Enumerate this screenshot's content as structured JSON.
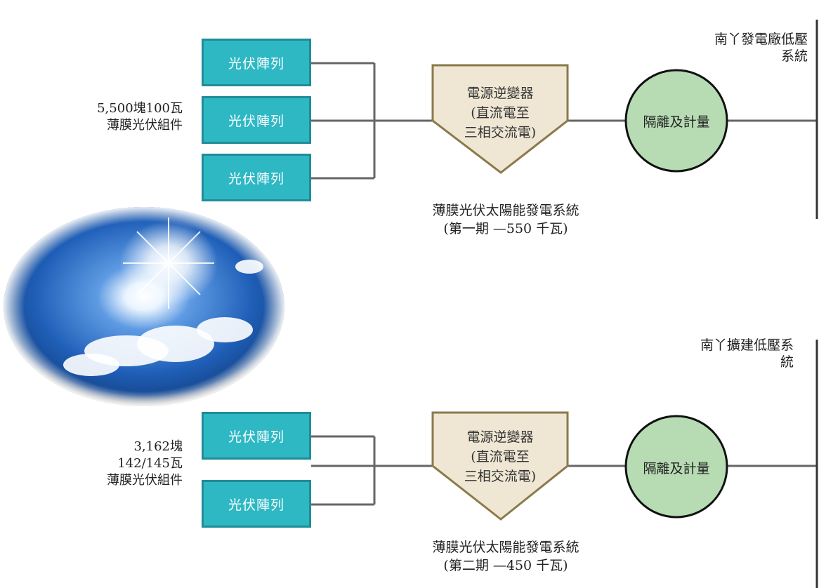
{
  "colors": {
    "pv_fill": "#2db8c4",
    "pv_border": "#1f8d97",
    "inverter_fill": "#efe7d4",
    "inverter_border": "#8a7a4a",
    "isolation_fill": "#b7dcb4",
    "isolation_border": "#111111",
    "connector": "#666666",
    "busbar": "#333333"
  },
  "icons": {
    "sky_image": "sun-sky-icon"
  },
  "phase1": {
    "bus_label": "南丫發電廠低壓系統",
    "module_label_line1": "5,500塊100瓦",
    "module_label_line2": "薄膜光伏組件",
    "arrays": [
      "光伏陣列",
      "光伏陣列",
      "光伏陣列"
    ],
    "inverter": {
      "line1": "電源逆變器",
      "line2": "(直流電至",
      "line3": "三相交流電)"
    },
    "isolation": "隔離及計量",
    "system_line1": "薄膜光伏太陽能發電系統",
    "system_line2": "(第一期 —550 千瓦)"
  },
  "phase2": {
    "bus_label": "南丫擴建低壓系統",
    "module_label_line1": "3,162塊",
    "module_label_line2": "142/145瓦",
    "module_label_line3": "薄膜光伏組件",
    "arrays": [
      "光伏陣列",
      "光伏陣列"
    ],
    "inverter": {
      "line1": "電源逆變器",
      "line2": "(直流電至",
      "line3": "三相交流電)"
    },
    "isolation": "隔離及計量",
    "system_line1": "薄膜光伏太陽能發電系統",
    "system_line2": "(第二期 —450 千瓦)"
  }
}
